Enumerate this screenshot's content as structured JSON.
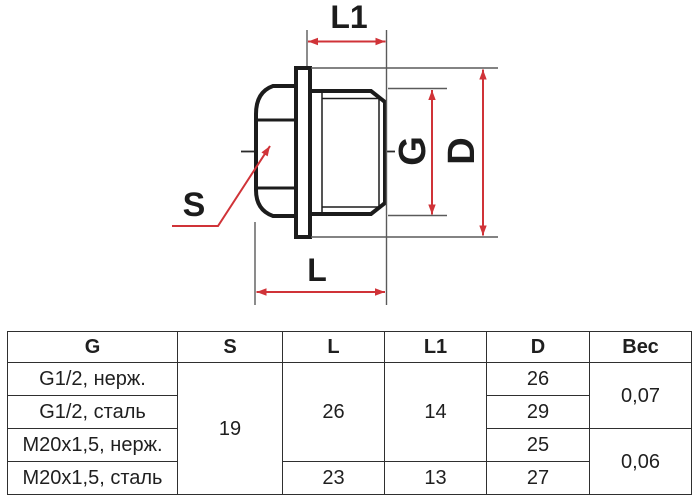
{
  "drawing": {
    "labels": {
      "l1": "L1",
      "l": "L",
      "s": "S",
      "g": "G",
      "d": "D"
    },
    "colors": {
      "dimension_red": "#d03338",
      "outline_black": "#1c1c1c",
      "extension_gray": "#5a5a5a"
    }
  },
  "table": {
    "headers": {
      "g": "G",
      "s": "S",
      "l": "L",
      "l1": "L1",
      "d": "D",
      "ves": "Вес"
    },
    "rows": {
      "g": [
        "G1/2, нерж.",
        "G1/2, сталь",
        "M20x1,5, нерж.",
        "M20x1,5, сталь"
      ],
      "s": "19",
      "l_top": "26",
      "l_bottom": "23",
      "l1_top": "14",
      "l1_bottom": "13",
      "d": [
        "26",
        "29",
        "25",
        "27"
      ],
      "ves_top": "0,07",
      "ves_bottom": "0,06"
    }
  }
}
